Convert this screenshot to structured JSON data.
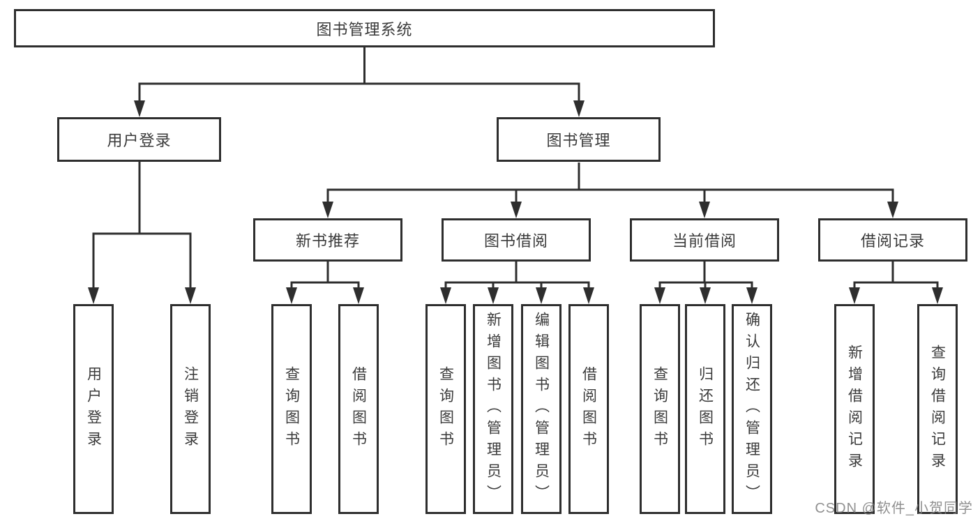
{
  "diagram": {
    "title_node": "图书管理系统",
    "branches": [
      {
        "label": "用户登录",
        "children": [
          "用户登录",
          "注销登录"
        ]
      },
      {
        "label": "图书管理",
        "groups": [
          {
            "label": "新书推荐",
            "children": [
              "查询图书",
              "借阅图书"
            ]
          },
          {
            "label": "图书借阅",
            "children": [
              "查询图书",
              "新增图书（管理员）",
              "编辑图书（管理员）",
              "借阅图书"
            ]
          },
          {
            "label": "当前借阅",
            "children": [
              "查询图书",
              "归还图书",
              "确认归还（管理员）"
            ]
          },
          {
            "label": "借阅记录",
            "children": [
              "新增借阅记录",
              "查询借阅记录"
            ]
          }
        ]
      }
    ]
  },
  "watermark": {
    "text": "CSDN @软件_小贺同学"
  },
  "colors": {
    "line": "#2e2e2e",
    "box_border": "#2e2e2e",
    "text": "#3a3a3a",
    "watermark": "#7d7d7d",
    "background": "#ffffff"
  }
}
